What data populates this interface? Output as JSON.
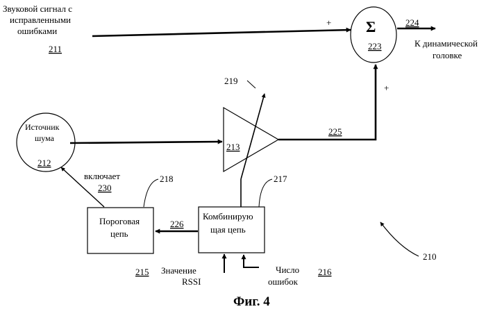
{
  "input_signal": {
    "line1": "Звуковой сигнал с",
    "line2": "исправленными",
    "line3": "ошибками",
    "ref": "211"
  },
  "summer": {
    "symbol": "Σ",
    "ref": "223",
    "plus_top": "+",
    "plus_bottom": "+"
  },
  "output": {
    "ref": "224",
    "line1": "К динамической",
    "line2": "головке"
  },
  "noise_source": {
    "line1": "Источник",
    "line2": "шума",
    "ref": "212"
  },
  "amplifier": {
    "ref": "213",
    "control_ref": "219",
    "out_ref": "225"
  },
  "enable": {
    "label": "включает",
    "ref": "230"
  },
  "threshold": {
    "line1": "Пороговая",
    "line2": "цепь",
    "ref": "218"
  },
  "combiner": {
    "line1": "Комбинирую",
    "line2": "щая цепь",
    "ref": "217",
    "out_ref": "226"
  },
  "rssi": {
    "line1": "Значение",
    "line2": "RSSI",
    "ref": "215"
  },
  "errors": {
    "line1": "Число",
    "line2": "ошибок",
    "ref": "216"
  },
  "system_ref": "210",
  "caption": "Фиг. 4"
}
